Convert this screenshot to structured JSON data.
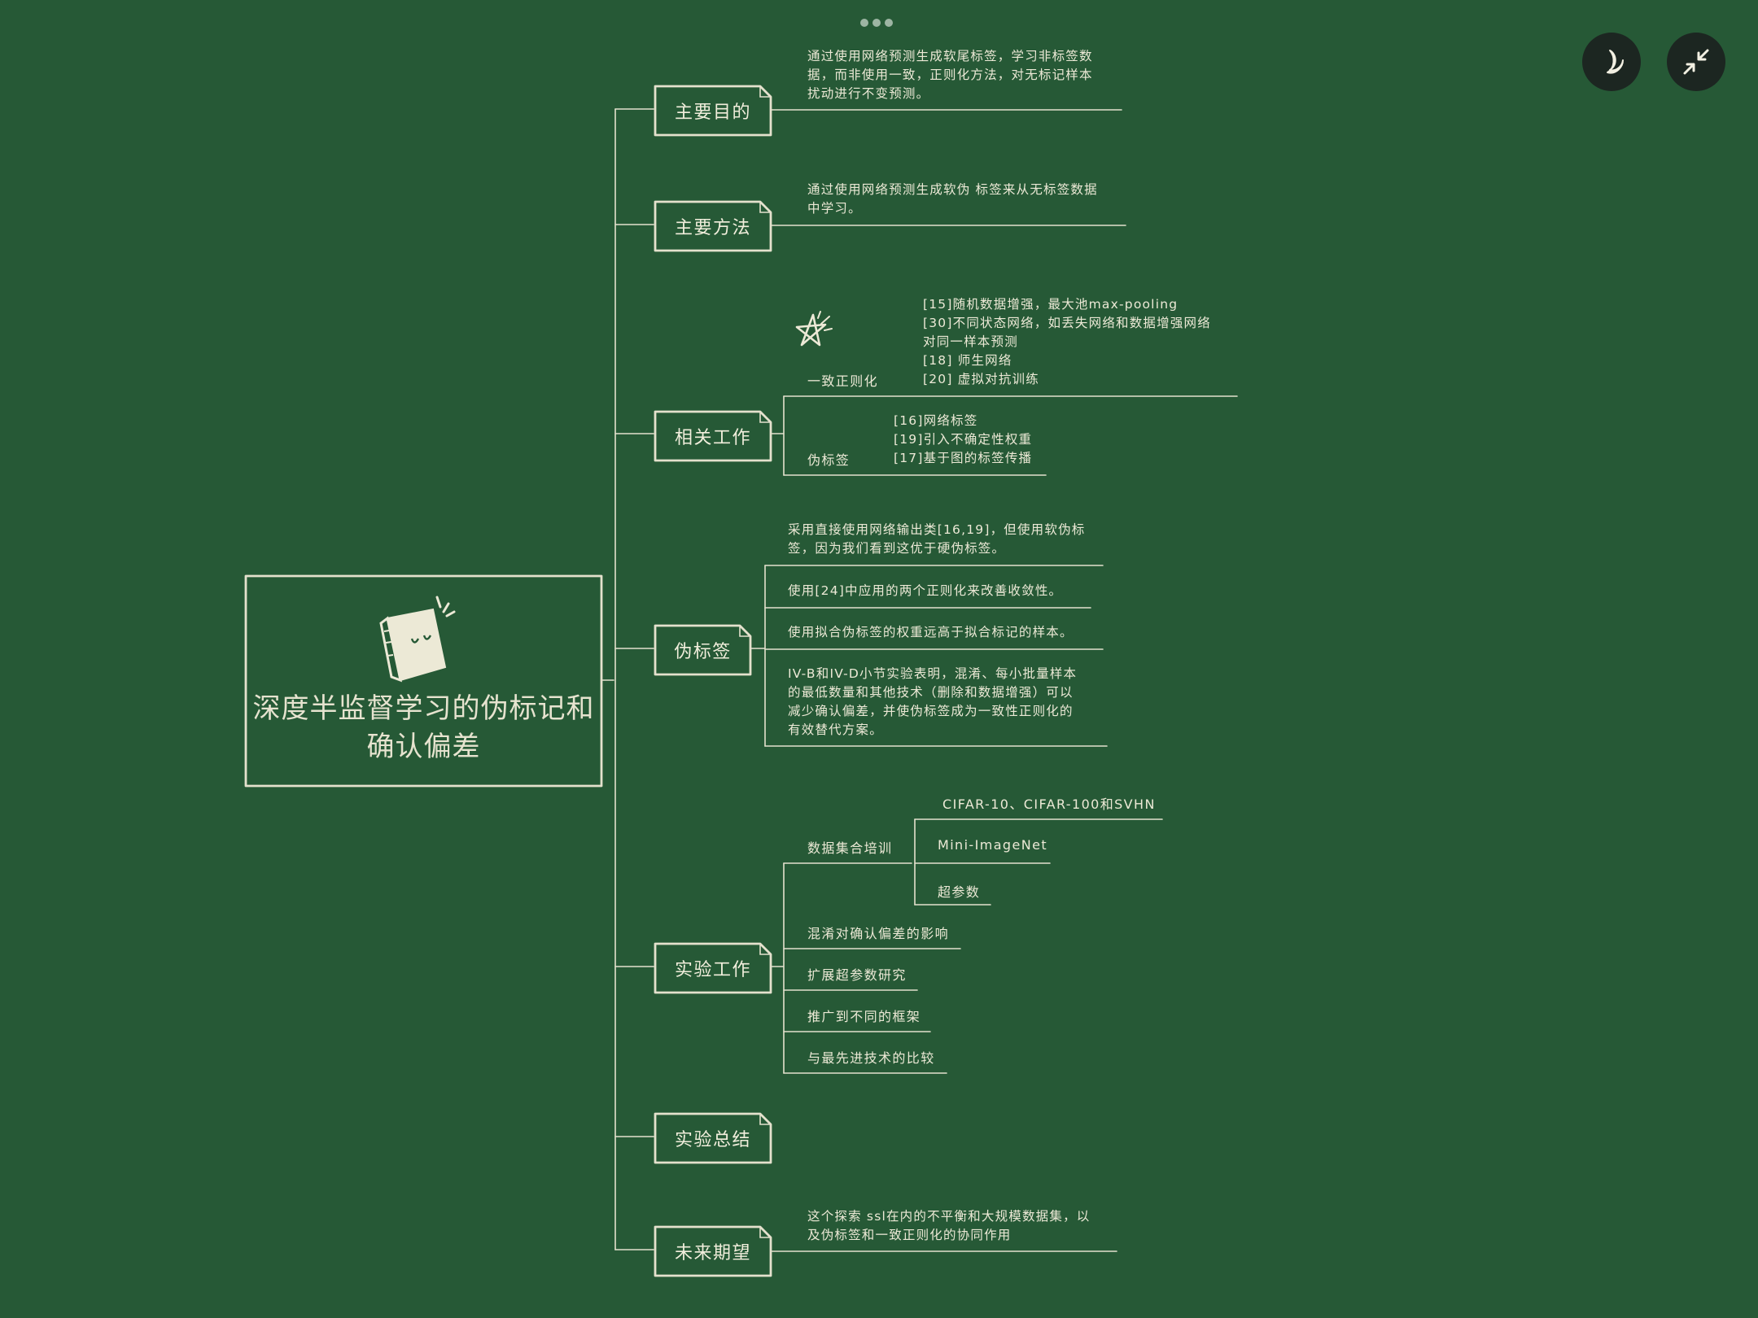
{
  "root": {
    "title": "深度半监督学习的伪标记和确认偏差"
  },
  "branches": {
    "purpose": {
      "label": "主要目的",
      "note": [
        "通过使用网络预测生成软尾标签，学习非标签数",
        "据，而非使用一致，正则化方法，对无标记样本",
        "扰动进行不变预测。"
      ]
    },
    "method": {
      "label": "主要方法",
      "note": [
        "通过使用网络预测生成软伪 标签来从无标签数据",
        "中学习。"
      ]
    },
    "related": {
      "label": "相关工作",
      "sub1": {
        "label": "一致正则化",
        "note": [
          "[15]随机数据增强，最大池max-pooling",
          "[30]不同状态网络，如丢失网络和数据增强网络",
          "对同一样本预测",
          "[18] 师生网络",
          "[20] 虚拟对抗训练"
        ]
      },
      "sub2": {
        "label": "伪标签",
        "note": [
          "[16]网络标签",
          "[19]引入不确定性权重",
          "[17]基于图的标签传播"
        ]
      }
    },
    "pseudo": {
      "label": "伪标签",
      "items": [
        [
          "采用直接使用网络输出类[16,19]，但使用软伪标",
          "签，因为我们看到这优于硬伪标签。"
        ],
        [
          "使用[24]中应用的两个正则化来改善收敛性。"
        ],
        [
          "使用拟合伪标签的权重远高于拟合标记的样本。"
        ],
        [
          "IV-B和IV-D小节实验表明，混淆、每小批量样本",
          "的最低数量和其他技术（删除和数据增强）可以",
          "减少确认偏差，并使伪标签成为一致性正则化的",
          "有效替代方案。"
        ]
      ]
    },
    "experiments": {
      "label": "实验工作",
      "dataset": {
        "label": "数据集合培训",
        "items": [
          "CIFAR-10、CIFAR-100和SVHN",
          "Mini-ImageNet",
          "超参数"
        ]
      },
      "items": [
        "混淆对确认偏差的影响",
        "扩展超参数研究",
        "推广到不同的框架",
        "与最先进技术的比较"
      ]
    },
    "summary": {
      "label": "实验总结"
    },
    "future": {
      "label": "未来期望",
      "note": [
        "这个探索 ssl在内的不平衡和大规模数据集，以",
        "及伪标签和一致正则化的协同作用"
      ]
    }
  },
  "colors": {
    "background": "#265936",
    "line": "#e4e1cd",
    "button_bg": "#1c2621"
  },
  "icons": [
    "book-doodle-icon",
    "star-doodle-icon",
    "moon-icon",
    "collapse-icon",
    "more-dots-icon"
  ]
}
